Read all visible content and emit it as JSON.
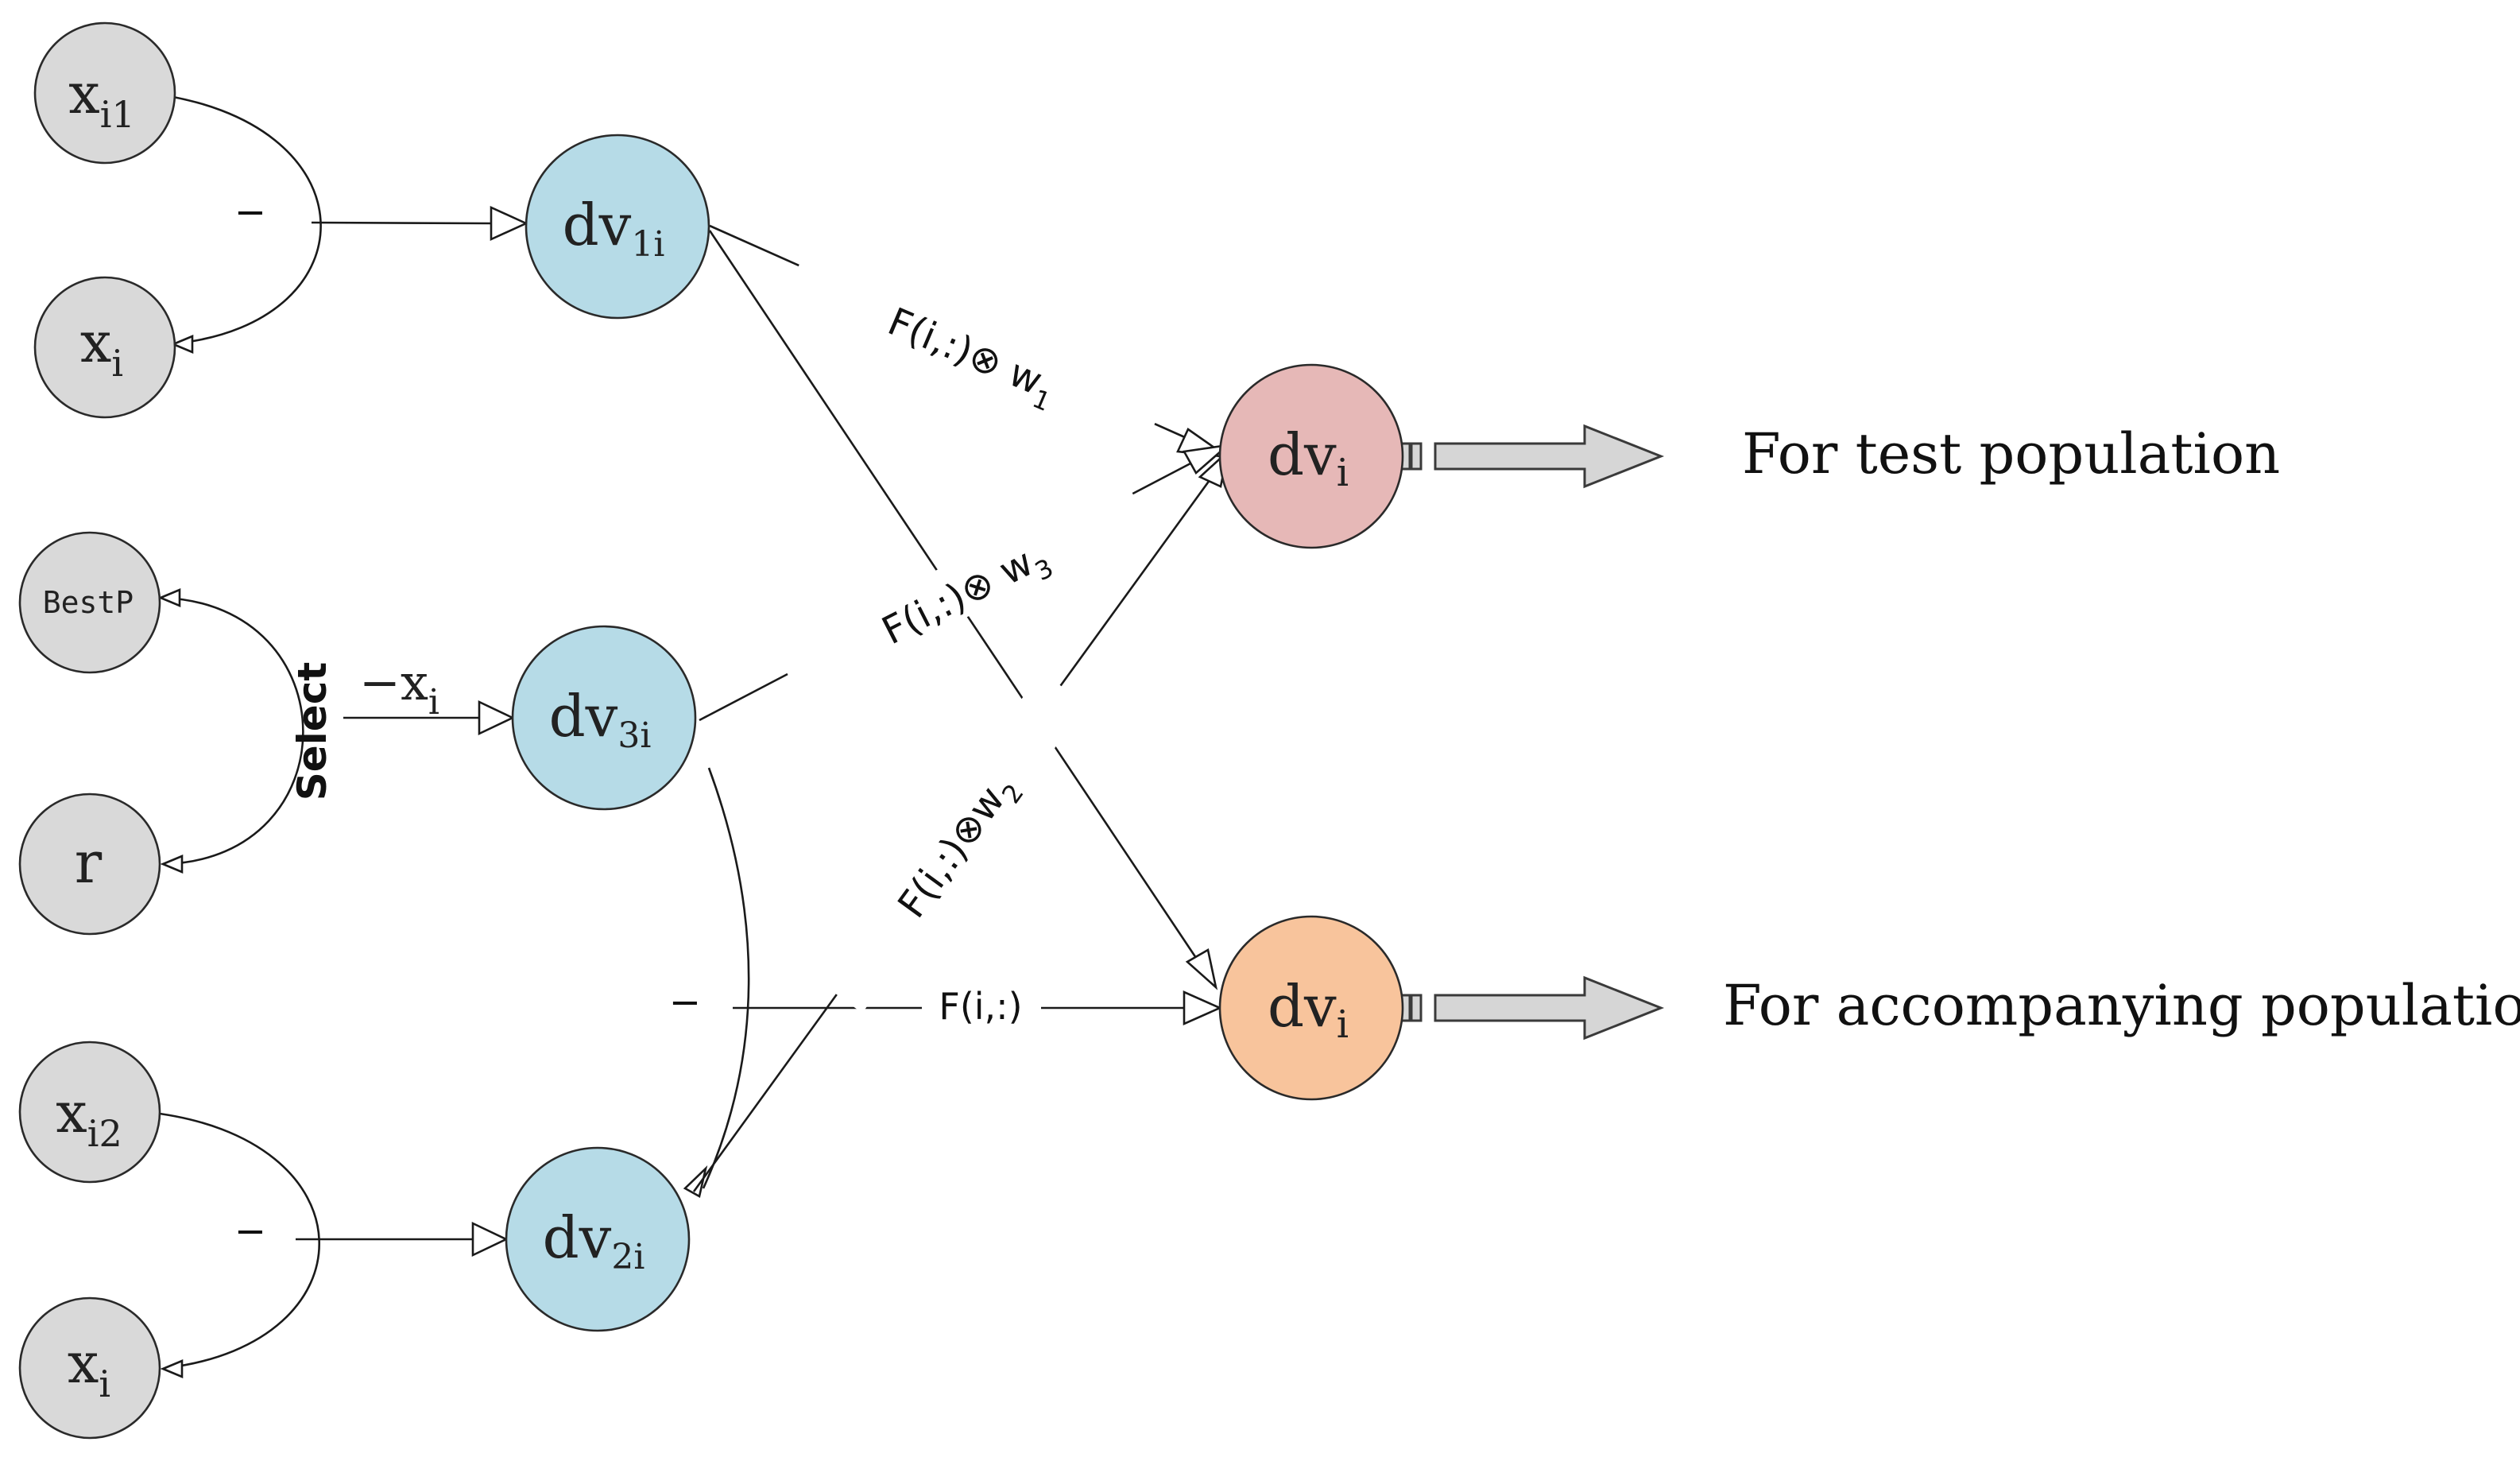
{
  "nodes": {
    "xi1": {
      "main": "x",
      "sub": "i1"
    },
    "xi_top": {
      "main": "x",
      "sub": "i"
    },
    "bestp": {
      "main": "BestP"
    },
    "r": {
      "main": "r"
    },
    "xi2": {
      "main": "x",
      "sub": "i2"
    },
    "xi_bottom": {
      "main": "x",
      "sub": "i"
    },
    "dv1i": {
      "main": "dv",
      "sub": "1i"
    },
    "dv3i": {
      "main": "dv",
      "sub": "3i"
    },
    "dv2i": {
      "main": "dv",
      "sub": "2i"
    },
    "dvi_test": {
      "main": "dv",
      "sub": "i"
    },
    "dvi_acc": {
      "main": "dv",
      "sub": "i"
    }
  },
  "labels": {
    "minus_top": "−",
    "minus_bottom": "−",
    "minus_mid": "−",
    "select": "Select",
    "minus_xi": {
      "main": "−x",
      "sub": "i"
    },
    "w1_label": {
      "main": "F(i,:)⊗ w",
      "sub": "1"
    },
    "w3_label": {
      "main": "F(i,:)⊗ w",
      "sub": "3"
    },
    "w2_label": {
      "main": "F(i,:)⊗w",
      "sub": "2"
    },
    "f_label": "F(i,:)"
  },
  "outputs": {
    "test": "For test population",
    "accompanying": "For accompanying population"
  },
  "colors": {
    "input_fill": "#d9d9d9",
    "dv_fill": "#b6dbe7",
    "test_fill": "#e6b8b7",
    "acc_fill": "#f8c49c"
  }
}
